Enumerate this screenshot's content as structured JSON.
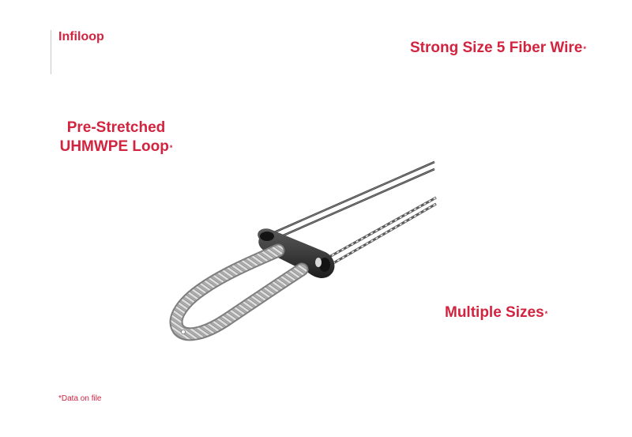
{
  "colors": {
    "accent": "#d2233f",
    "divider": "#c9c9c9",
    "metal_dark": "#2a2a2a",
    "braid_light": "#d8d8d8"
  },
  "brand": "Infiloop",
  "callouts": {
    "fiber_wire": "Strong Size 5 Fiber Wire",
    "loop_line1": "Pre-Stretched",
    "loop_line2": "UHMWPE Loop",
    "sizes": "Multiple Sizes",
    "asterisk": "*"
  },
  "footnote": "*Data on file",
  "image": {
    "subject": "Infiloop device: braided UHMWPE loop through a dark button with fiber wire strands"
  }
}
